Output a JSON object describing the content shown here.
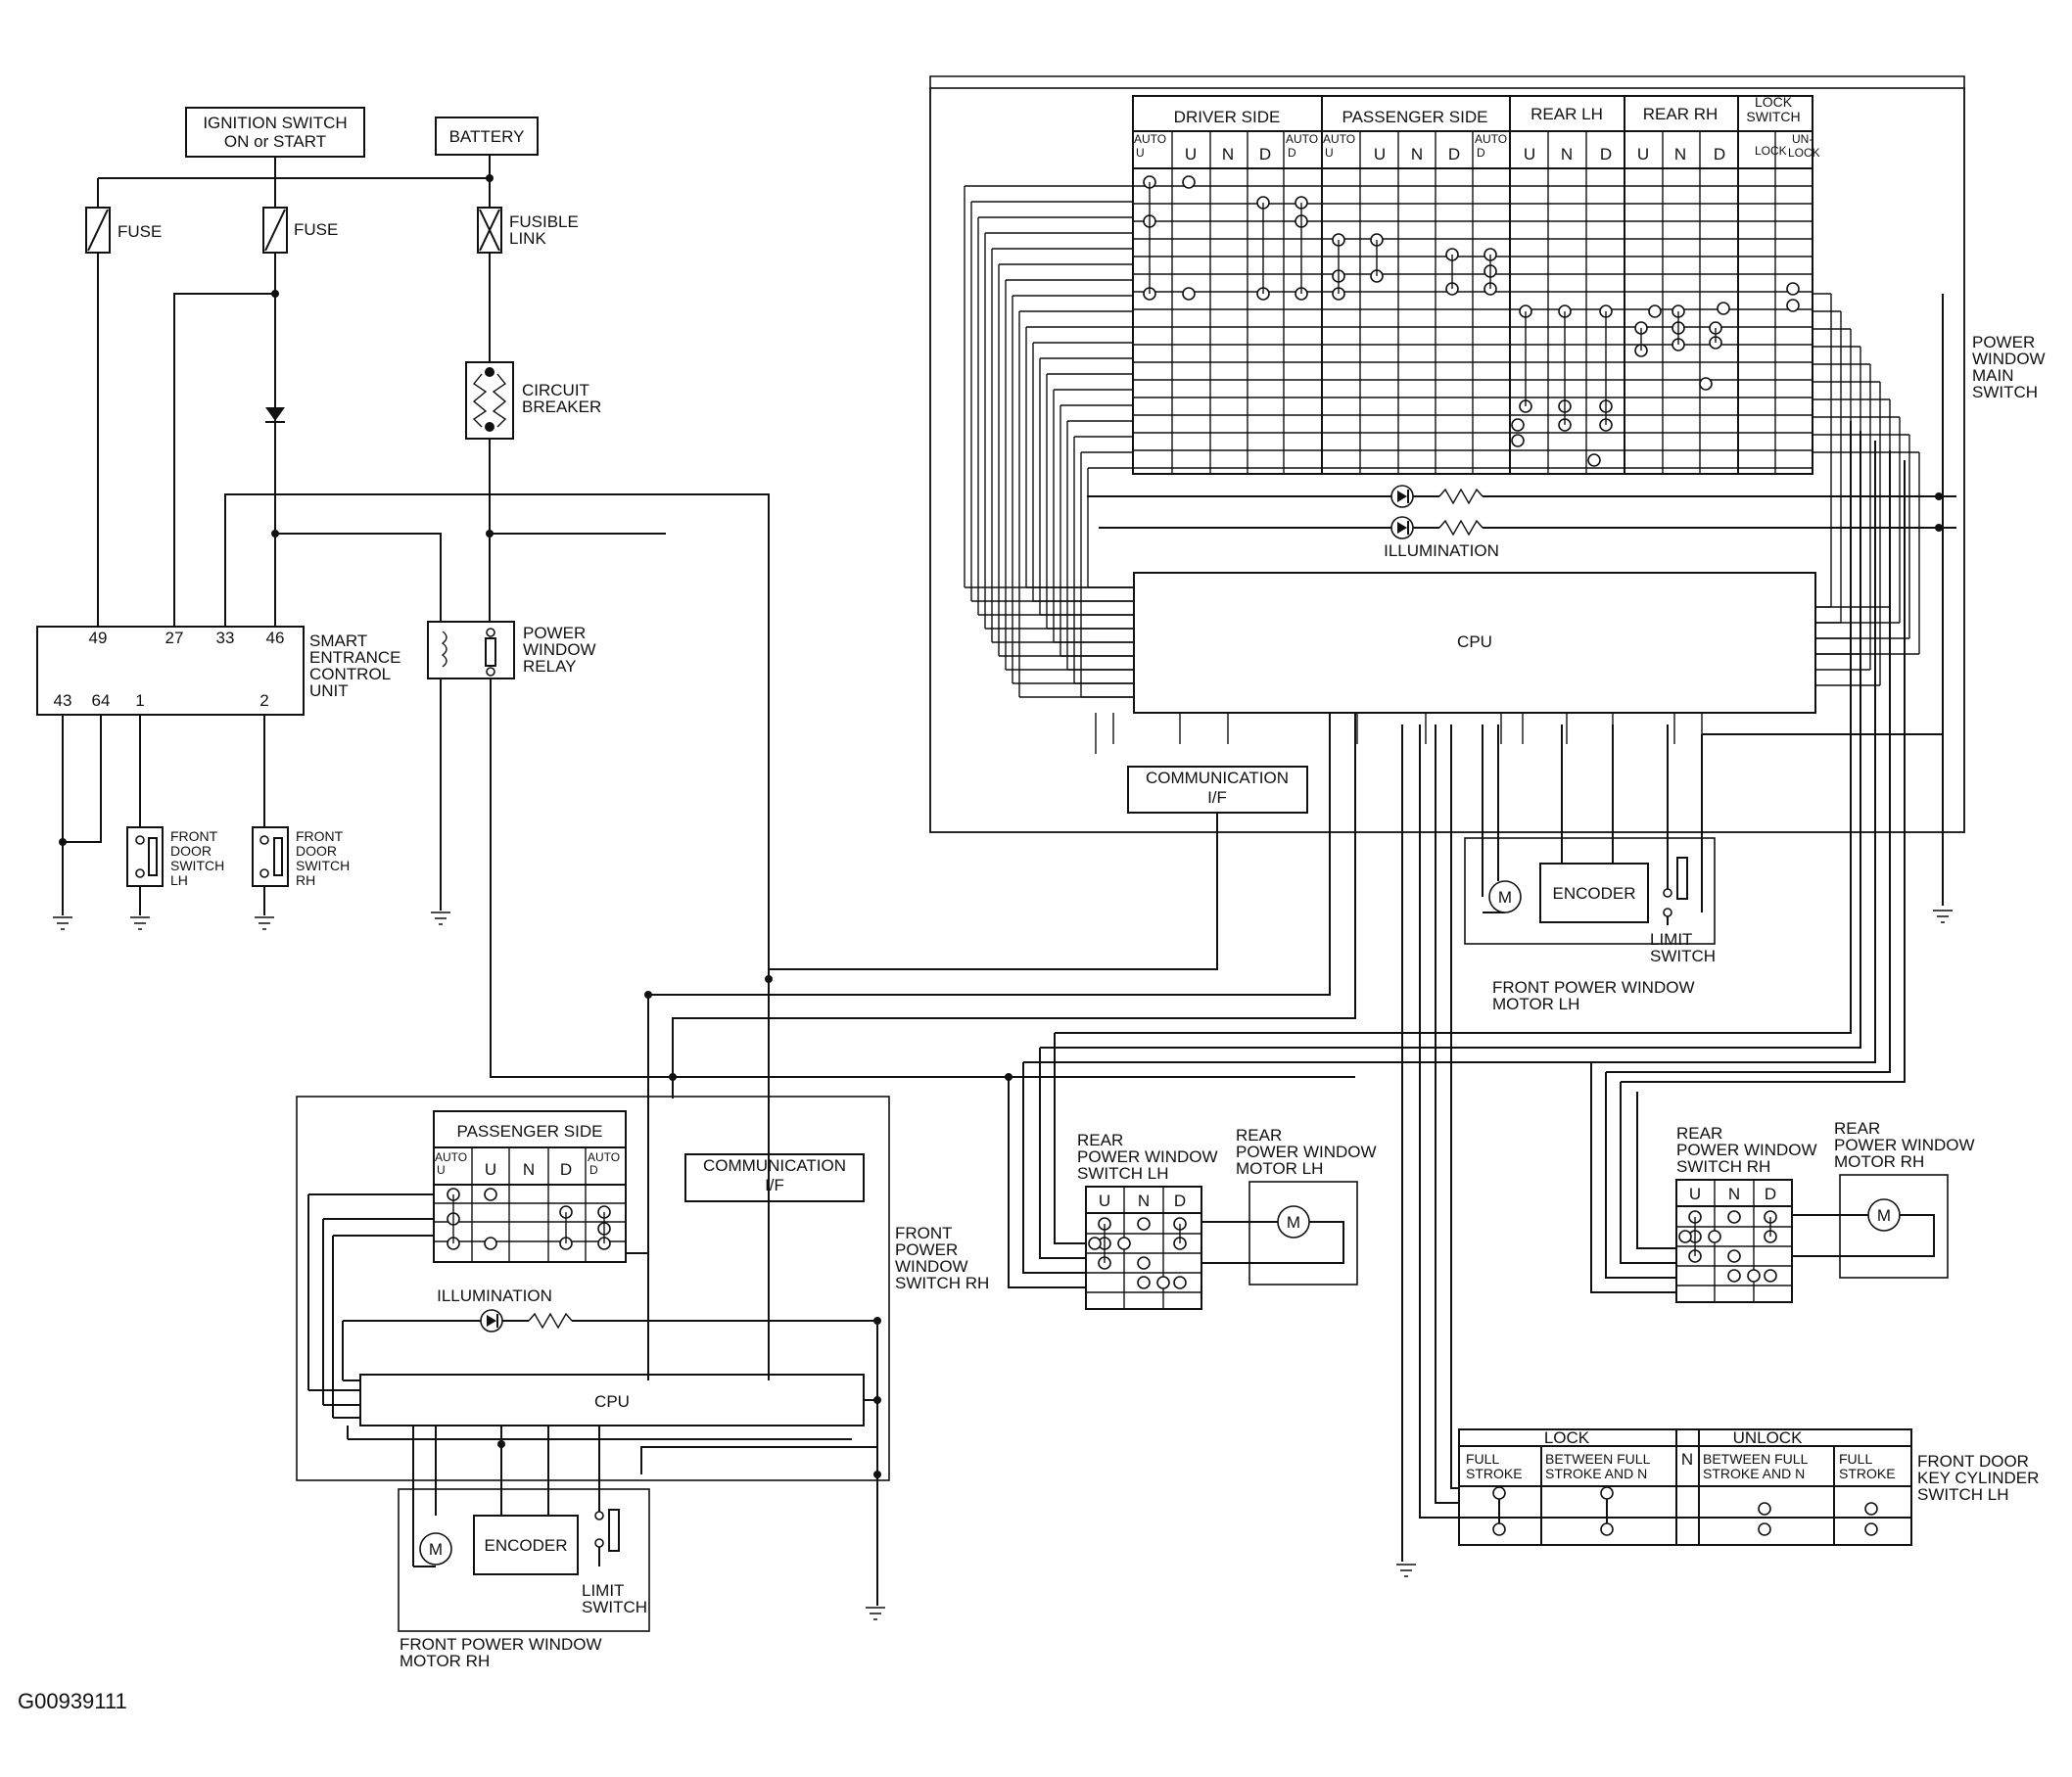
{
  "labels": {
    "ignition_line1": "IGNITION SWITCH",
    "ignition_line2": "ON or START",
    "battery": "BATTERY",
    "fuse_left": "FUSE",
    "fuse_mid": "FUSE",
    "fusible_link_line1": "FUSIBLE",
    "fusible_link_line2": "LINK",
    "circuit_breaker_line1": "CIRCUIT",
    "circuit_breaker_line2": "BREAKER",
    "power_window_relay": [
      "POWER",
      "WINDOW",
      "RELAY"
    ],
    "smart_entrance": [
      "SMART",
      "ENTRANCE",
      "CONTROL",
      "UNIT"
    ],
    "pins_top": [
      "49",
      "27",
      "33",
      "46"
    ],
    "pins_bottom": [
      "43",
      "64",
      "1",
      "2"
    ],
    "front_door_switch_lh": [
      "FRONT",
      "DOOR",
      "SWITCH",
      "LH"
    ],
    "front_door_switch_rh": [
      "FRONT",
      "DOOR",
      "SWITCH",
      "RH"
    ],
    "main_table_headers": [
      "DRIVER SIDE",
      "PASSENGER SIDE",
      "REAR LH",
      "REAR RH",
      "LOCK SWITCH"
    ],
    "main_table_subheaders": [
      "AUTO U",
      "U",
      "N",
      "D",
      "AUTO D",
      "AUTO U",
      "U",
      "N",
      "D",
      "AUTO D",
      "U",
      "N",
      "D",
      "U",
      "N",
      "D",
      "LOCK",
      "UN-LOCK"
    ],
    "power_window_main_switch": [
      "POWER",
      "WINDOW",
      "MAIN",
      "SWITCH"
    ],
    "illumination": "ILLUMINATION",
    "cpu": "CPU",
    "communication_if_line1": "COMMUNICATION",
    "communication_if_line2": "I/F",
    "encoder": "ENCODER",
    "limit_switch": [
      "LIMIT",
      "SWITCH"
    ],
    "front_power_window_motor_lh": [
      "FRONT POWER WINDOW",
      "MOTOR LH"
    ],
    "passenger_table_header": "PASSENGER SIDE",
    "passenger_table_subheaders": [
      "AUTO U",
      "U",
      "N",
      "D",
      "AUTO D"
    ],
    "front_power_window_switch_rh": [
      "FRONT",
      "POWER",
      "WINDOW",
      "SWITCH RH"
    ],
    "front_power_window_motor_rh": [
      "FRONT POWER WINDOW",
      "MOTOR RH"
    ],
    "rear_pw_switch_lh": [
      "REAR",
      "POWER WINDOW",
      "SWITCH LH"
    ],
    "rear_pw_motor_lh": [
      "REAR",
      "POWER WINDOW",
      "MOTOR LH"
    ],
    "rear_pw_switch_rh": [
      "REAR",
      "POWER WINDOW",
      "SWITCH RH"
    ],
    "rear_pw_motor_rh": [
      "REAR",
      "POWER WINDOW",
      "MOTOR RH"
    ],
    "rear_switch_cols": [
      "U",
      "N",
      "D"
    ],
    "key_cyl_lock": "LOCK",
    "key_cyl_unlock": "UNLOCK",
    "key_cyl_n": "N",
    "key_cyl_cols": [
      "FULL STROKE",
      "BETWEEN FULL STROKE AND N",
      "BETWEEN FULL STROKE AND N",
      "FULL STROKE"
    ],
    "front_door_key_cyl": [
      "FRONT DOOR",
      "KEY CYLINDER",
      "SWITCH LH"
    ],
    "figure_id": "G00939111"
  }
}
